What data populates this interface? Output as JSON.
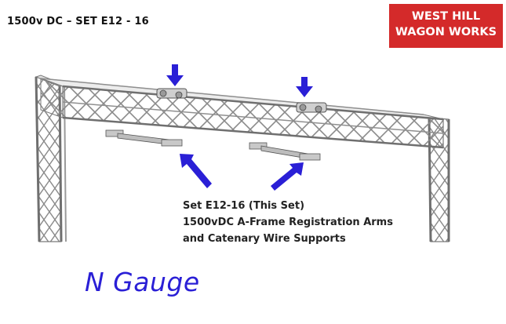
{
  "set_title": "1500v DC – SET E12 - 16",
  "logo": {
    "line1": "WEST HILL",
    "line2": "WAGON WORKS",
    "color": "#d42a2a"
  },
  "caption": {
    "line1": "Set E12-16 (This Set)",
    "line2": "1500vDC A-Frame Registration Arms",
    "line3": "and Catenary Wire Supports"
  },
  "gauge_label": "N Gauge",
  "colors": {
    "arrow": "#2a1fd6",
    "gantry": "#d8d8d8",
    "gantry_edge": "#7a7a7a"
  }
}
